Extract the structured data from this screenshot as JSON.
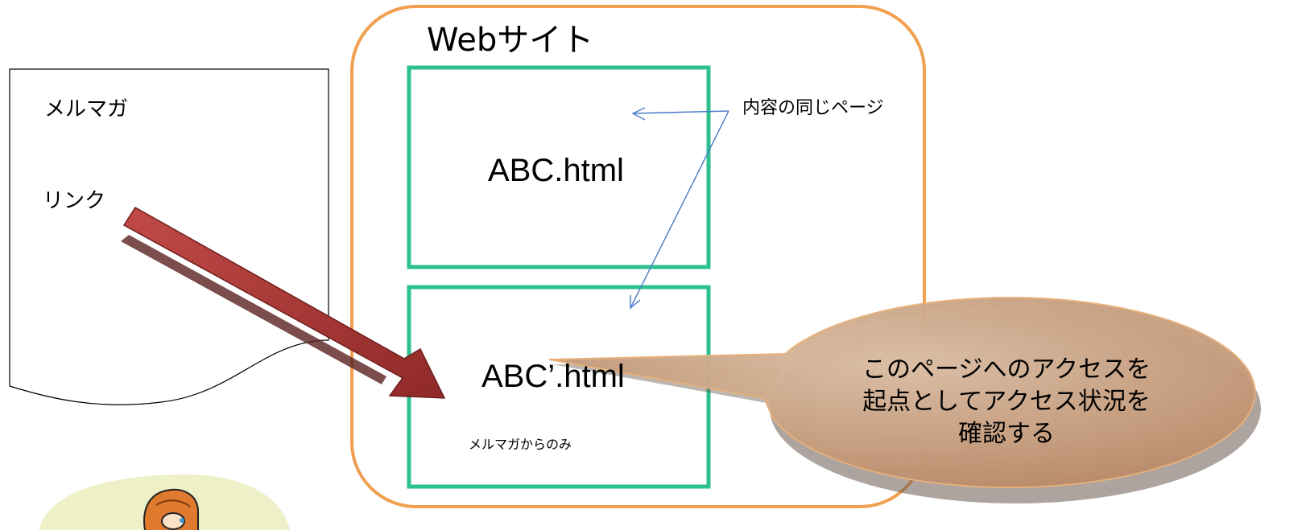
{
  "website": {
    "title": "Webサイト"
  },
  "newsletter": {
    "title": "メルマガ",
    "link_label": "リンク"
  },
  "pages": [
    {
      "name": "ABC.html"
    },
    {
      "name": "ABC’.html",
      "note": "メルマガからのみ"
    }
  ],
  "annotation": {
    "same_content": "内容の同じページ"
  },
  "callout": {
    "lines": [
      "このページへのアクセスを",
      "起点としてアクセス状況を",
      "確認する"
    ]
  },
  "colors": {
    "website_border": "#f0a050",
    "page_border": "#2cc18e",
    "link_arrow": "#a33a3a",
    "annotation_lines": "#4a7bc8",
    "callout_fill": "#c9a48a",
    "callout_stroke": "#e8b07a",
    "figure_background": "#eef0c8"
  },
  "icons": [
    "person-clipart-icon"
  ]
}
